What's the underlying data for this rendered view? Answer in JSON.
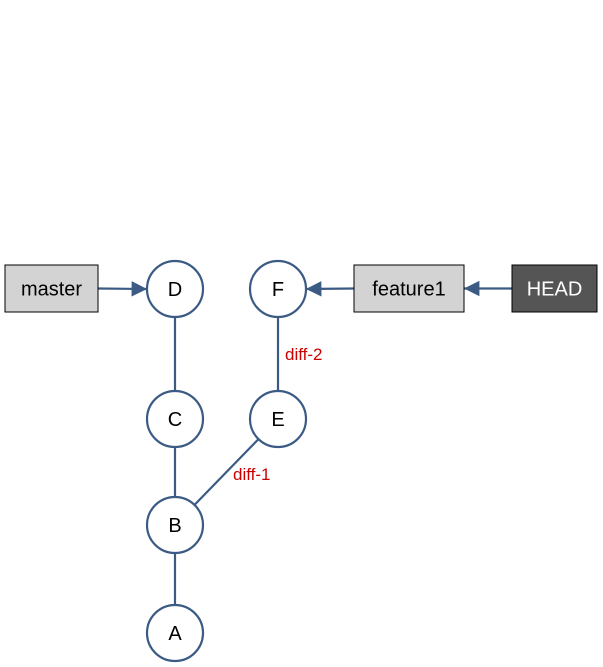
{
  "colors": {
    "edge": "#3b5b85",
    "commit_fill": "#ffffff",
    "branch_fill": "#d3d3d3",
    "head_fill": "#555555",
    "branch_text": "#000000",
    "head_text": "#ffffff",
    "diff_label": "#cc0000"
  },
  "commits": [
    {
      "id": "A",
      "label": "A"
    },
    {
      "id": "B",
      "label": "B"
    },
    {
      "id": "C",
      "label": "C"
    },
    {
      "id": "D",
      "label": "D"
    },
    {
      "id": "E",
      "label": "E"
    },
    {
      "id": "F",
      "label": "F"
    }
  ],
  "commit_edges": [
    {
      "from": "A",
      "to": "B",
      "label": ""
    },
    {
      "from": "B",
      "to": "C",
      "label": ""
    },
    {
      "from": "C",
      "to": "D",
      "label": ""
    },
    {
      "from": "B",
      "to": "E",
      "label": "diff-1"
    },
    {
      "from": "E",
      "to": "F",
      "label": "diff-2"
    }
  ],
  "refs": [
    {
      "id": "master",
      "label": "master",
      "kind": "branch"
    },
    {
      "id": "feature1",
      "label": "feature1",
      "kind": "branch"
    },
    {
      "id": "HEAD",
      "label": "HEAD",
      "kind": "head"
    }
  ],
  "ref_edges": [
    {
      "from": "master",
      "to": "D"
    },
    {
      "from": "feature1",
      "to": "F"
    },
    {
      "from": "HEAD",
      "to": "feature1"
    }
  ]
}
